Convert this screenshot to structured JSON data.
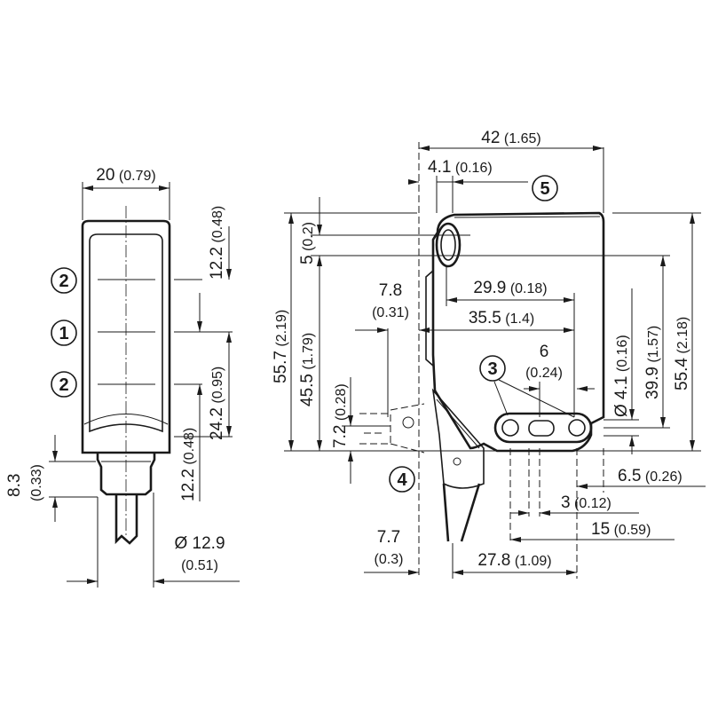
{
  "side_view": {
    "width": {
      "mm": "20",
      "in": "(0.79)"
    },
    "upper_offset": {
      "mm": "12.2",
      "in": "(0.48)"
    },
    "lens_span": {
      "mm": "24.2",
      "in": "(0.95)"
    },
    "lower_offset": {
      "mm": "12.2",
      "in": "(0.48)"
    },
    "connector_length": {
      "mm": "8.3",
      "in": "(0.33)"
    },
    "connector_diameter": {
      "mm": "Ø 12.9",
      "in": "(0.51)"
    },
    "callouts": [
      "2",
      "1",
      "2"
    ]
  },
  "front_view": {
    "overall_width": {
      "mm": "42",
      "in": "(1.65)"
    },
    "slot_offset": {
      "mm": "4.1",
      "in": "(0.16)"
    },
    "callout_5": "5",
    "overall_height": {
      "mm": "55.7",
      "in": "(2.19)"
    },
    "slot_height": {
      "mm": "5",
      "in": "(0.2)"
    },
    "slot_to_base": {
      "mm": "45.5",
      "in": "(1.79)"
    },
    "cable_offset": {
      "mm": "7.8",
      "in": "(0.31)"
    },
    "hole_spacing_top": {
      "mm": "29.9",
      "in": "(0.18)"
    },
    "hole_spacing": {
      "mm": "35.5",
      "in": "(1.4)"
    },
    "hole_pitch": {
      "mm": "6",
      "in": "(0.24)"
    },
    "callout_3": "3",
    "hole_diameter": {
      "mm": "Ø 4.1",
      "in": "(0.16)"
    },
    "hole_height": {
      "mm": "39.9",
      "in": "(1.57)"
    },
    "right_height": {
      "mm": "55.4",
      "in": "(2.18)"
    },
    "cable_height": {
      "mm": "7.2",
      "in": "(0.28)"
    },
    "callout_4": "4",
    "hole_edge": {
      "mm": "6.5",
      "in": "(0.26)"
    },
    "slot_width": {
      "mm": "3",
      "in": "(0.12)"
    },
    "hole_offset": {
      "mm": "15",
      "in": "(0.59)"
    },
    "cable_exit": {
      "mm": "7.7",
      "in": "(0.3)"
    },
    "cable_to_hole": {
      "mm": "27.8",
      "in": "(1.09)"
    }
  }
}
